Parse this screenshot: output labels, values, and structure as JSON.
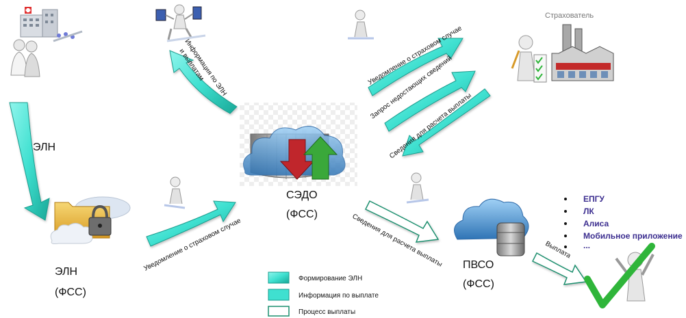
{
  "labels": {
    "eln_top": "ЭЛН",
    "eln_bottom_line1": "ЭЛН",
    "eln_bottom_line2": "(ФСС)",
    "sedo_line1": "СЭДО",
    "sedo_line2": "(ФСС)",
    "pvso_line1": "ПВСО",
    "pvso_line2": "(ФСС)",
    "strakhovatel": "Страхователь"
  },
  "arrows": {
    "info_eln_payments_line1": "Информация по ЭЛН",
    "info_eln_payments_line2": "и выплатам",
    "notice_top": "Уведомление о страховом случае",
    "request_missing": "Запрос недостающих сведений",
    "payment_calc_data": "Сведения для расчета выплаты",
    "notice_bottom": "Уведомление о страховом случае",
    "payment_calc_data_pvso": "Сведения для расчета выплаты",
    "vyplata": "Выплата"
  },
  "payment_channels": [
    "ЕПГУ",
    "ЛК",
    "Алиса",
    "Мобильное приложение",
    "..."
  ],
  "legend": [
    {
      "label": "Формирование ЭЛН",
      "style": "teal-gradient"
    },
    {
      "label": "Информация по выплате",
      "style": "teal-solid"
    },
    {
      "label": "Процесс выплаты",
      "style": "outline"
    }
  ],
  "colors": {
    "arrow_teal": "#3fe0d0",
    "arrow_teal_dark": "#1fb3a3",
    "arrow_outline": "#1a8f6e",
    "channel_text": "#3b2d8f",
    "sedo_down_arrow": "#c0262c",
    "sedo_up_arrow": "#3aa83a",
    "cloud_blue": "#4a8ec9",
    "check_green": "#2fb53a",
    "folder_yellow": "#e8b73a"
  },
  "icons": [
    "hospital-building-icon",
    "doctor-patient-icon",
    "person-laptop-icon",
    "person-figure-icon",
    "clipboard-person-icon",
    "factory-icon",
    "folder-lock-icon",
    "cloud-server-icon",
    "checkmark-person-icon"
  ]
}
